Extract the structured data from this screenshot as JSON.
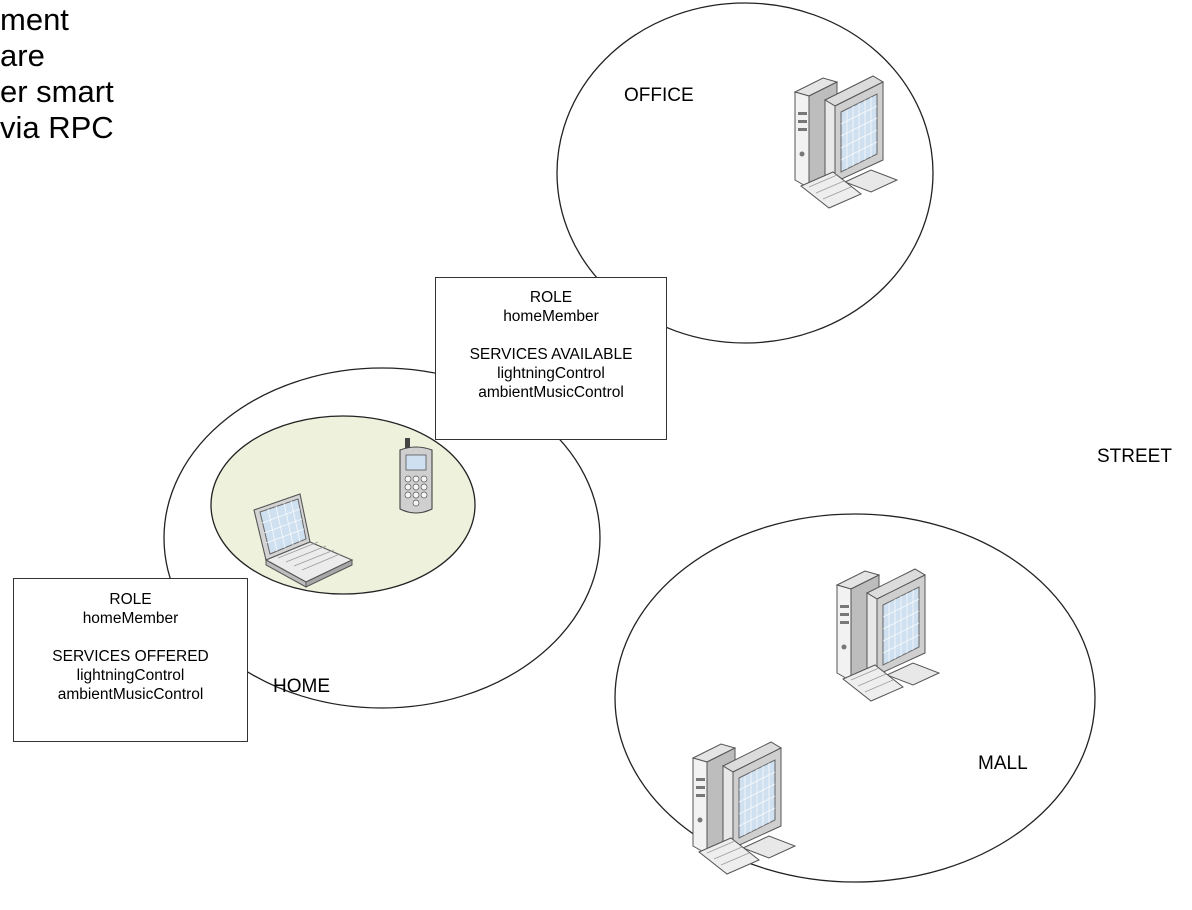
{
  "intro_text": [
    "ment",
    " are",
    "er smart",
    "via RPC"
  ],
  "zones": {
    "office": "OFFICE",
    "home": "HOME",
    "mall": "MALL",
    "street": "STREET"
  },
  "available_box": {
    "role_header": "ROLE",
    "role": "homeMember",
    "services_header": "SERVICES AVAILABLE",
    "services": [
      "lightningControl",
      "ambientMusicControl"
    ]
  },
  "offered_box": {
    "role_header": "ROLE",
    "role": "homeMember",
    "services_header": "SERVICES OFFERED",
    "services": [
      "lightningControl",
      "ambientMusicControl"
    ]
  },
  "icons": {
    "office_pc": "desktop-computer-icon",
    "mall_pc_1": "desktop-computer-icon",
    "mall_pc_2": "desktop-computer-icon",
    "laptop": "laptop-icon",
    "phone": "mobile-phone-icon"
  },
  "colors": {
    "home_member_area": "#eef1dc",
    "outline": "#222222"
  }
}
